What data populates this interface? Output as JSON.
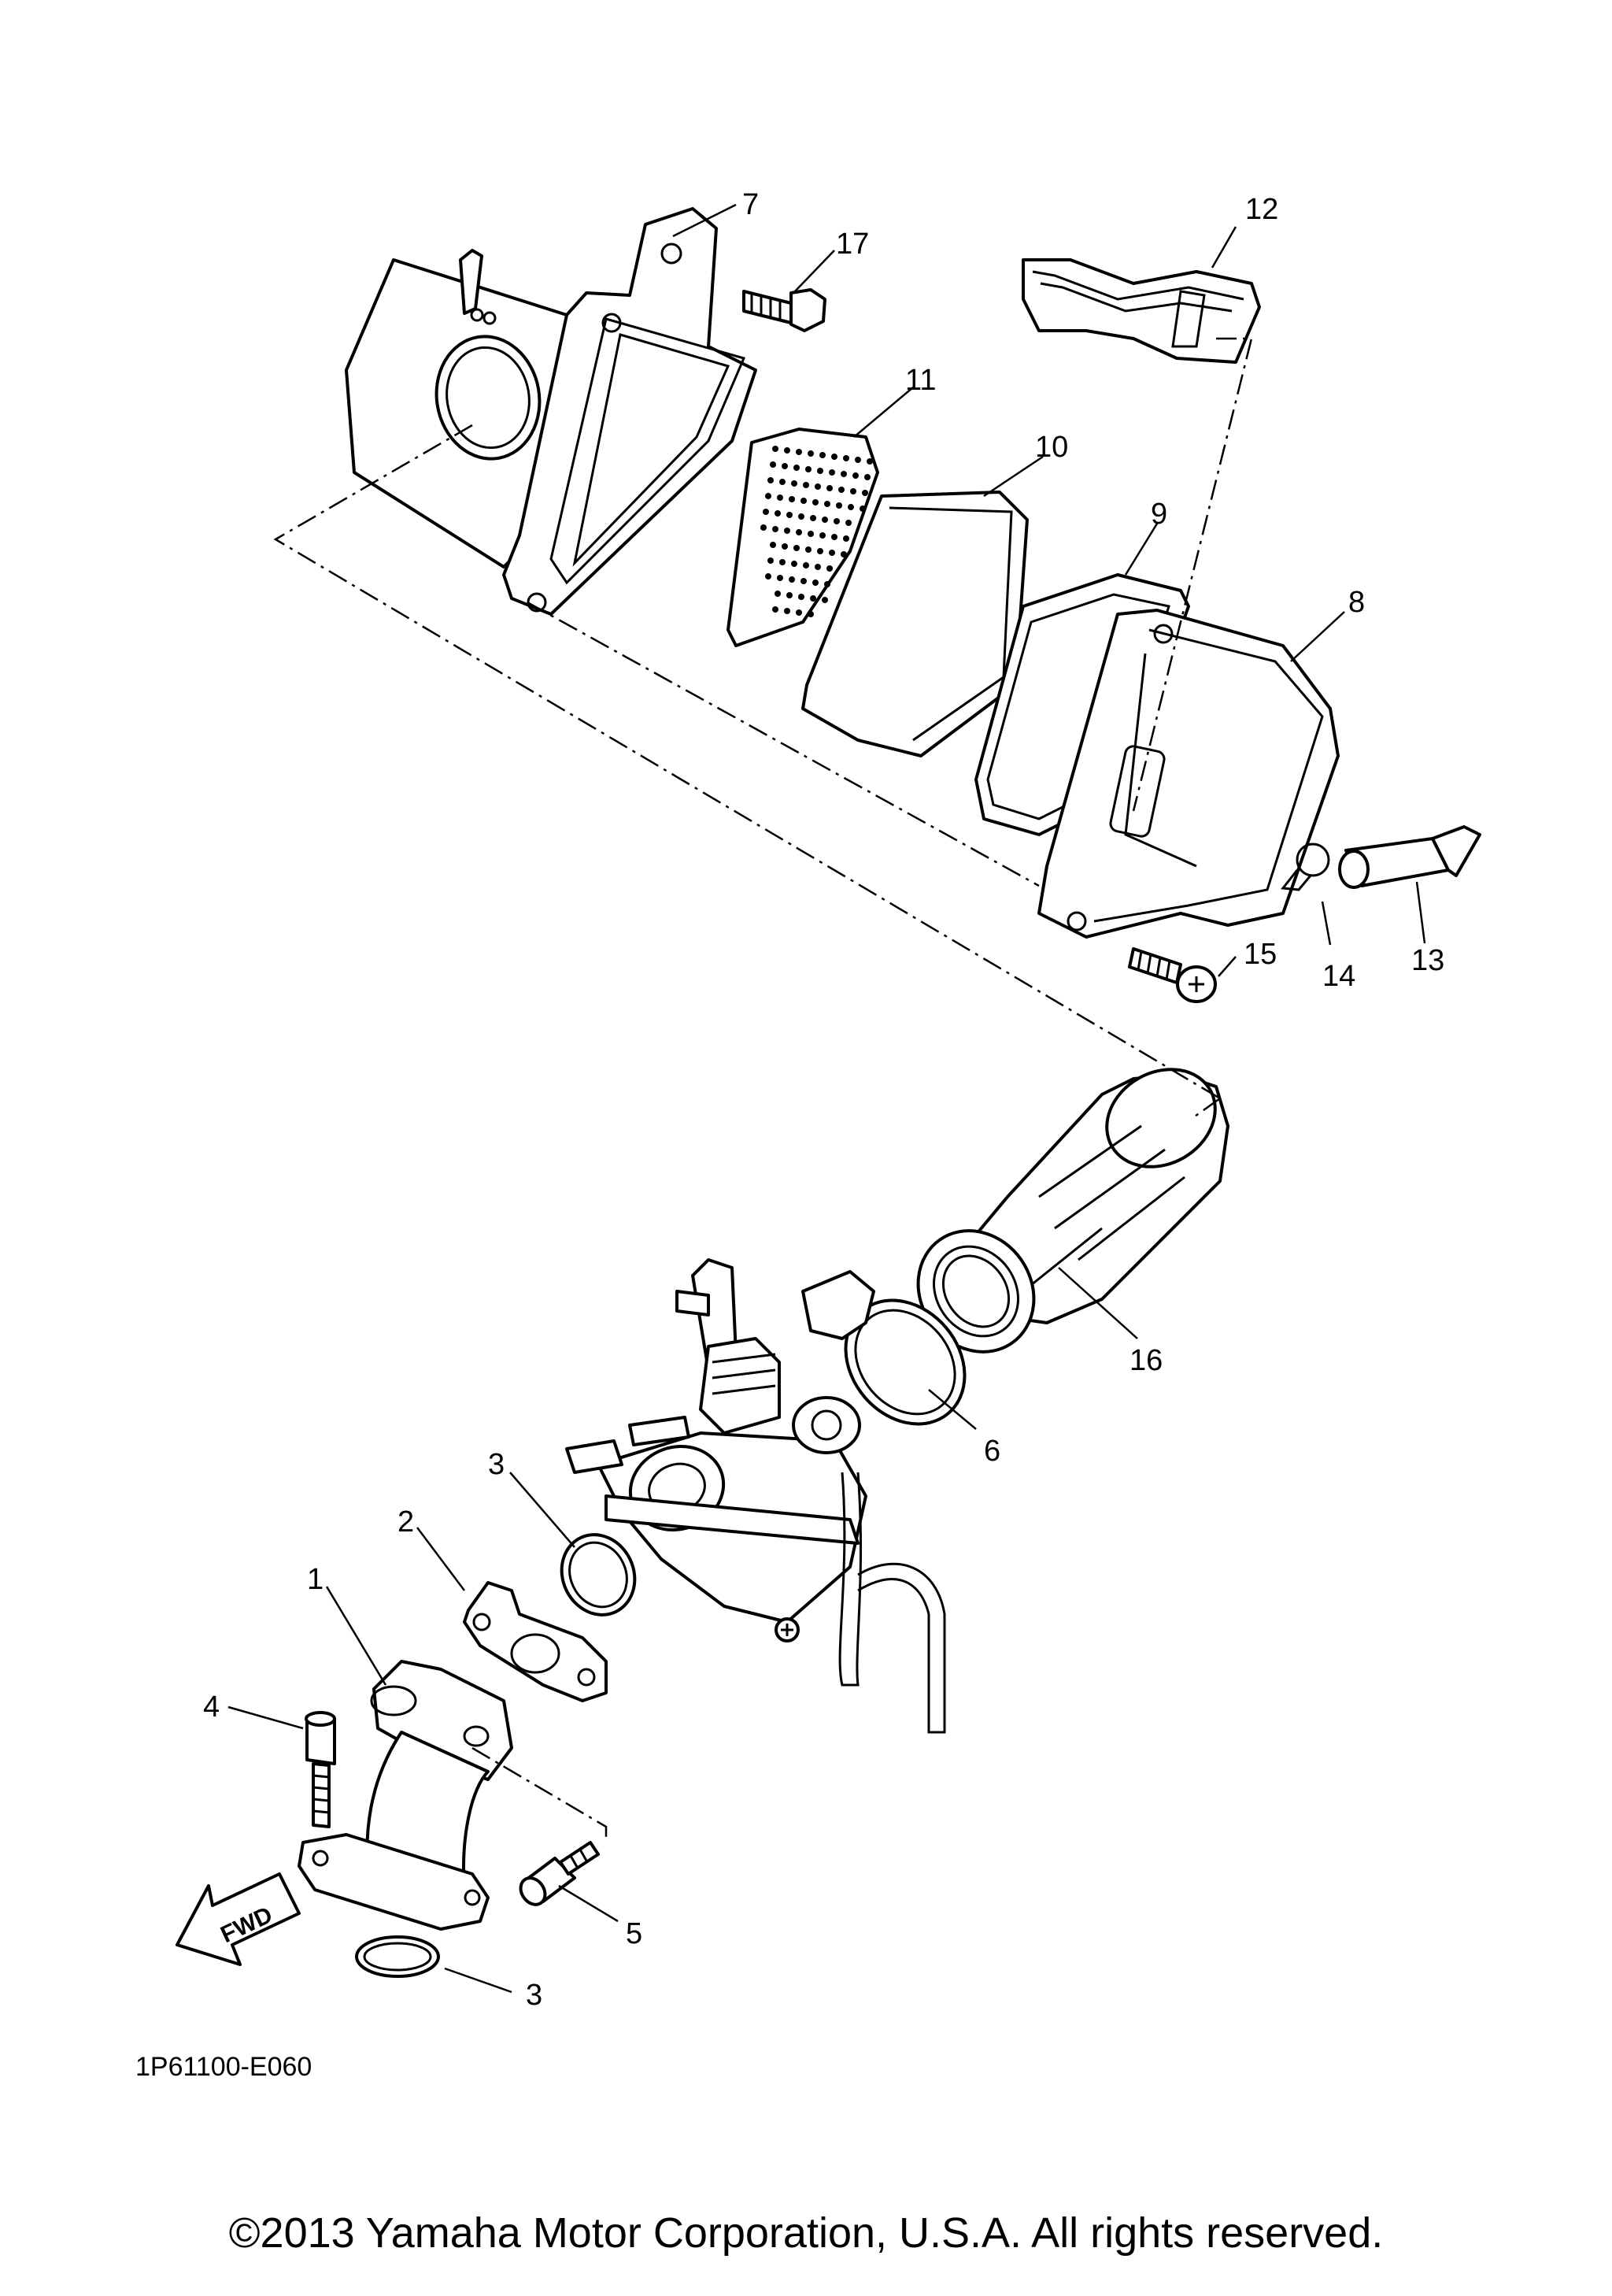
{
  "diagram": {
    "labels": {
      "p1": "1",
      "p2": "2",
      "p3a": "3",
      "p3b": "3",
      "p4": "4",
      "p5": "5",
      "p6": "6",
      "p7": "7",
      "p8": "8",
      "p9": "9",
      "p10": "10",
      "p11": "11",
      "p12": "12",
      "p13": "13",
      "p14": "14",
      "p15": "15",
      "p16": "16",
      "p17": "17"
    },
    "fwd_arrow_text": "FWD",
    "drawing_code": "1P61100-E060",
    "copyright": "©2013 Yamaha Motor Corporation, U.S.A. All rights reserved."
  }
}
